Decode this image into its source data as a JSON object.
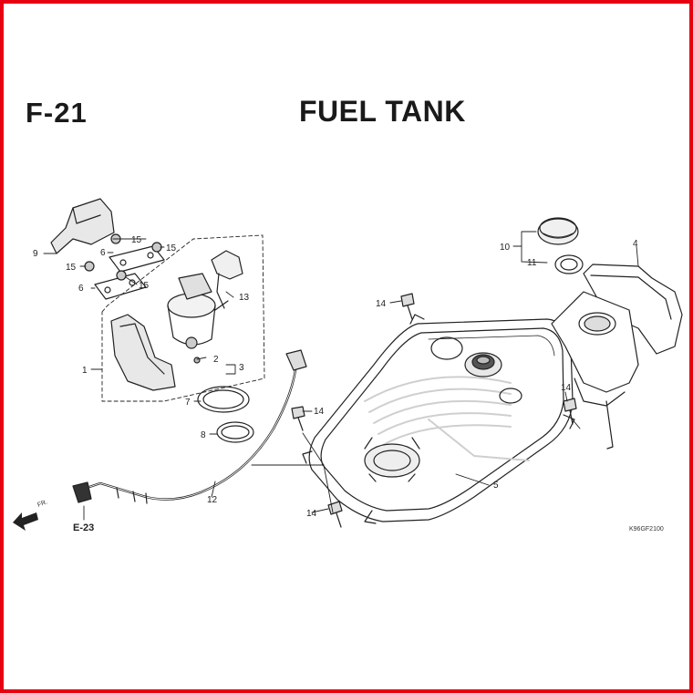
{
  "page_id": "F-21",
  "title": "FUEL TANK",
  "callouts": [
    "1",
    "2",
    "3",
    "4",
    "5",
    "6",
    "6",
    "7",
    "8",
    "9",
    "10",
    "11",
    "12",
    "13",
    "14",
    "14",
    "14",
    "14",
    "15",
    "15",
    "15",
    "15"
  ],
  "direction_label": "FR.",
  "reference": "E-23",
  "drawing_code": "K96GF2100",
  "colors": {
    "frame": "#e60012",
    "line": "#222222",
    "shade": "#d4d4d4"
  }
}
